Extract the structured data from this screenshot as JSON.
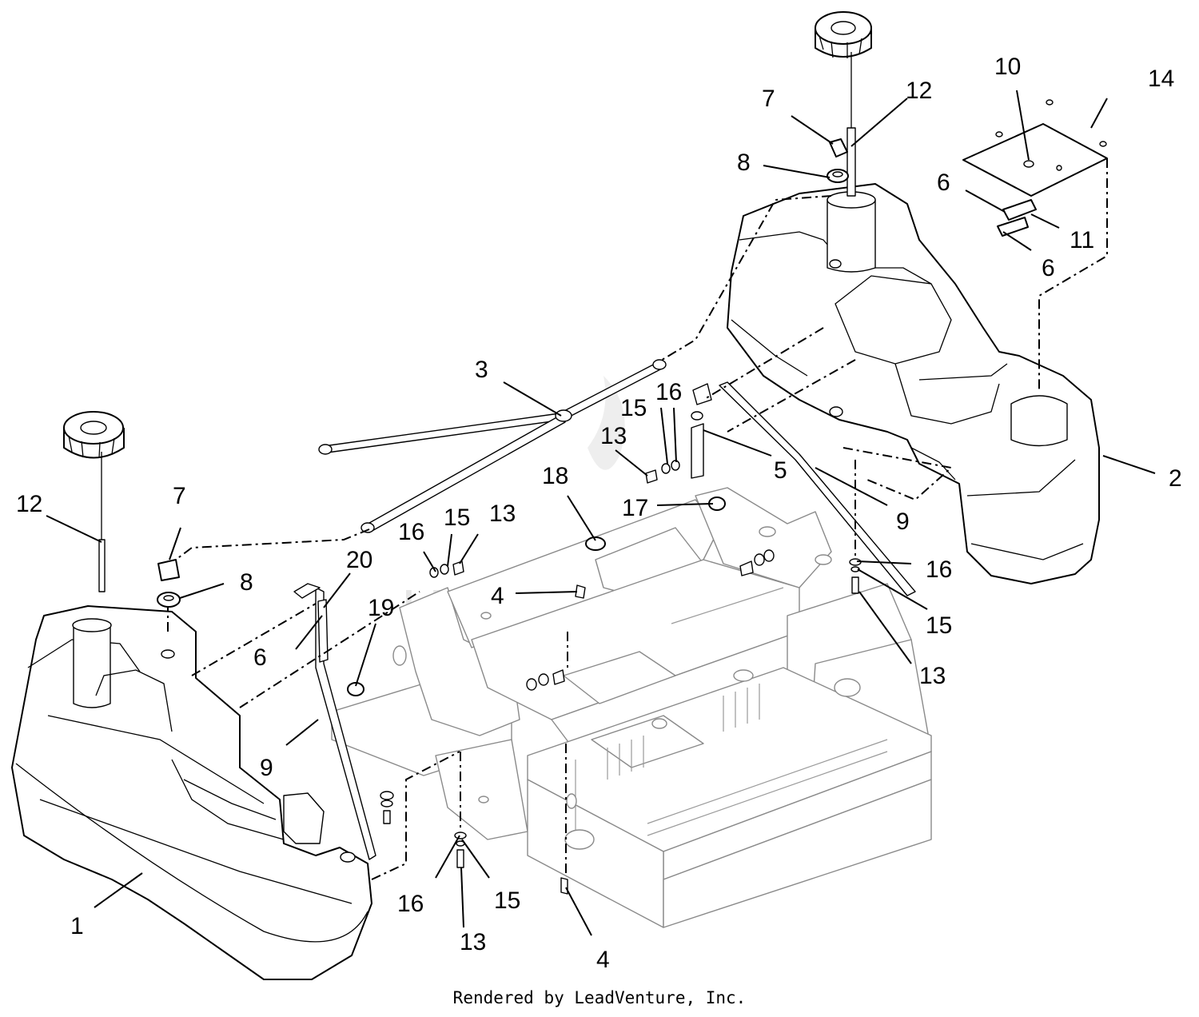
{
  "diagram": {
    "watermark": "LEADVENTURE",
    "callouts": [
      {
        "id": "c1",
        "label": "1"
      },
      {
        "id": "c2",
        "label": "2"
      },
      {
        "id": "c3",
        "label": "3"
      },
      {
        "id": "c4a",
        "label": "4"
      },
      {
        "id": "c4b",
        "label": "4"
      },
      {
        "id": "c5",
        "label": "5"
      },
      {
        "id": "c6a",
        "label": "6"
      },
      {
        "id": "c6b",
        "label": "6"
      },
      {
        "id": "c6c",
        "label": "6"
      },
      {
        "id": "c7a",
        "label": "7"
      },
      {
        "id": "c7b",
        "label": "7"
      },
      {
        "id": "c8a",
        "label": "8"
      },
      {
        "id": "c8b",
        "label": "8"
      },
      {
        "id": "c9a",
        "label": "9"
      },
      {
        "id": "c9b",
        "label": "9"
      },
      {
        "id": "c10",
        "label": "10"
      },
      {
        "id": "c11",
        "label": "11"
      },
      {
        "id": "c12a",
        "label": "12"
      },
      {
        "id": "c12b",
        "label": "12"
      },
      {
        "id": "c13a",
        "label": "13"
      },
      {
        "id": "c13b",
        "label": "13"
      },
      {
        "id": "c13c",
        "label": "13"
      },
      {
        "id": "c13d",
        "label": "13"
      },
      {
        "id": "c14",
        "label": "14"
      },
      {
        "id": "c15a",
        "label": "15"
      },
      {
        "id": "c15b",
        "label": "15"
      },
      {
        "id": "c15c",
        "label": "15"
      },
      {
        "id": "c15d",
        "label": "15"
      },
      {
        "id": "c16a",
        "label": "16"
      },
      {
        "id": "c16b",
        "label": "16"
      },
      {
        "id": "c16c",
        "label": "16"
      },
      {
        "id": "c16d",
        "label": "16"
      },
      {
        "id": "c17",
        "label": "17"
      },
      {
        "id": "c18",
        "label": "18"
      },
      {
        "id": "c19",
        "label": "19"
      },
      {
        "id": "c20",
        "label": "20"
      }
    ]
  },
  "footer": {
    "credit": "Rendered by LeadVenture, Inc."
  }
}
